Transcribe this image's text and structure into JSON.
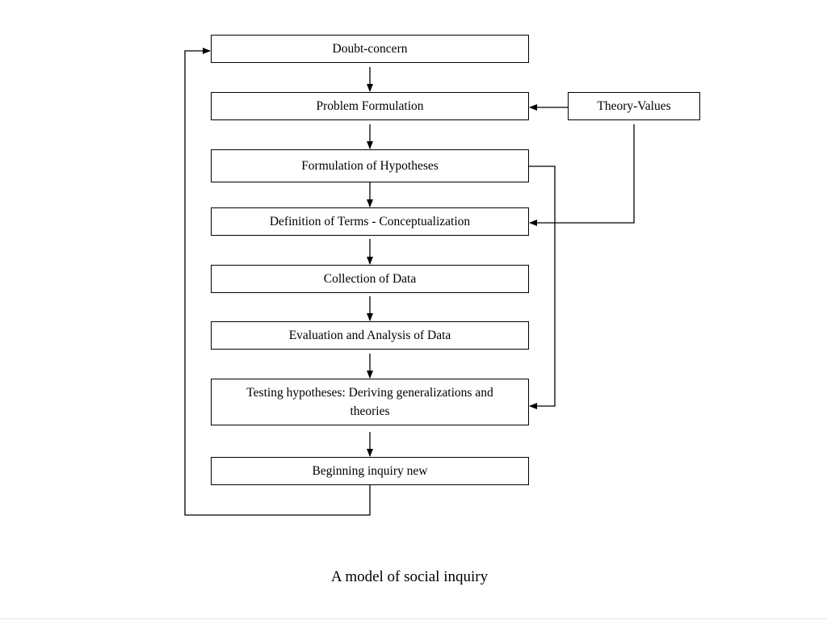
{
  "diagram": {
    "steps": [
      {
        "id": "doubt",
        "label": "Doubt-concern"
      },
      {
        "id": "problem",
        "label": "Problem Formulation"
      },
      {
        "id": "hypotheses",
        "label": "Formulation of Hypotheses"
      },
      {
        "id": "definition",
        "label": "Definition of Terms - Conceptualization"
      },
      {
        "id": "collection",
        "label": "Collection of Data"
      },
      {
        "id": "evaluation",
        "label": "Evaluation and Analysis of Data"
      },
      {
        "id": "testing",
        "label": "Testing hypotheses: Deriving generalizations and theories"
      },
      {
        "id": "beginning",
        "label": "Beginning inquiry new"
      }
    ],
    "side_input": {
      "id": "theory",
      "label": "Theory-Values"
    },
    "edges": [
      {
        "from": "doubt",
        "to": "problem"
      },
      {
        "from": "problem",
        "to": "hypotheses"
      },
      {
        "from": "hypotheses",
        "to": "definition"
      },
      {
        "from": "definition",
        "to": "collection"
      },
      {
        "from": "collection",
        "to": "evaluation"
      },
      {
        "from": "evaluation",
        "to": "testing"
      },
      {
        "from": "testing",
        "to": "beginning"
      },
      {
        "from": "theory",
        "to": "problem"
      },
      {
        "from": "theory",
        "to": "definition"
      },
      {
        "from": "hypotheses",
        "to": "testing"
      },
      {
        "from": "beginning",
        "to": "doubt"
      }
    ]
  },
  "caption": "A model of social inquiry"
}
